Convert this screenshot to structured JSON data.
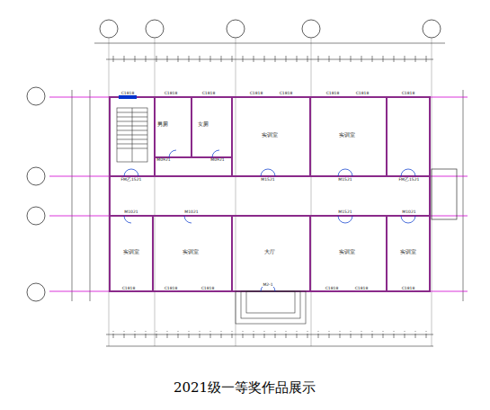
{
  "diagram": {
    "caption": "2021级一等奖作品展示",
    "nodes": [
      {
        "text": [
          "男厕"
        ]
      },
      {
        "text": [
          "女厕"
        ]
      },
      {
        "text": [
          "实训室"
        ]
      },
      {
        "text": [
          "实训室"
        ]
      },
      {
        "text": [
          "实训室"
        ]
      },
      {
        "text": [
          "实训室"
        ]
      },
      {
        "text": [
          "大厅"
        ]
      },
      {
        "text": [
          "实训室"
        ]
      },
      {
        "text": [
          "实训室"
        ]
      }
    ],
    "edges": [],
    "labels": [
      "C1818",
      "C1818",
      "C1818",
      "C1818",
      "C1818",
      "C1818",
      "C1818",
      "C1818",
      "C1818",
      "C1818",
      "C1818",
      "C1818",
      "C1818",
      "C1818",
      "M0921",
      "M0921",
      "FM乙1521",
      "M1521",
      "M1521",
      "FM乙1521",
      "M1021",
      "M1021",
      "M1521",
      "M1021",
      "M2-1"
    ]
  }
}
